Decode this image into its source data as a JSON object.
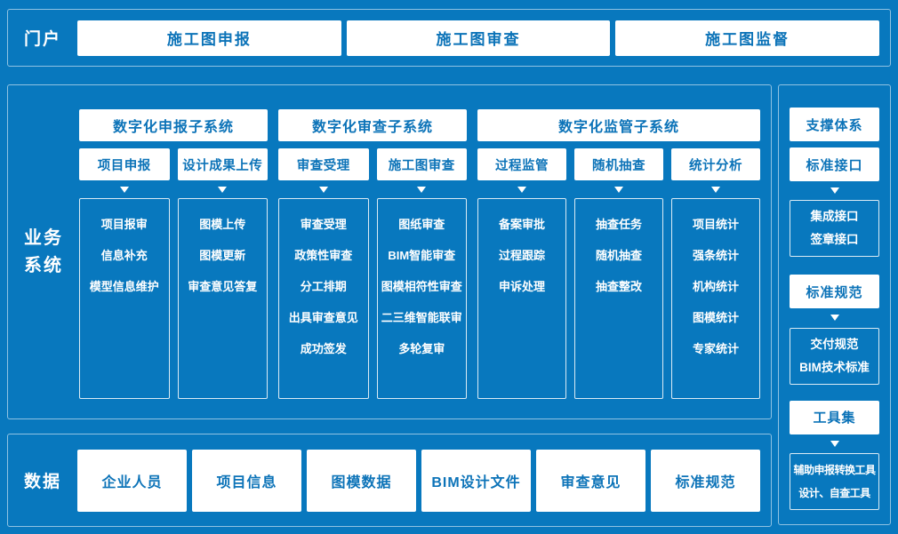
{
  "colors": {
    "background_blue": "#0878BE",
    "panel_border_light_blue": "#84BCDE",
    "box_text_blue": "#0C73B8",
    "white": "#FFFFFF"
  },
  "portal": {
    "label": "门户",
    "buttons": [
      "施工图申报",
      "施工图审查",
      "施工图监督"
    ]
  },
  "business": {
    "label_line1": "业务",
    "label_line2": "系统",
    "groups": [
      {
        "title": "数字化申报子系统",
        "columns": [
          {
            "header": "项目申报",
            "items": [
              "项目报审",
              "信息补充",
              "模型信息维护"
            ]
          },
          {
            "header": "设计成果上传",
            "items": [
              "图模上传",
              "图模更新",
              "审查意见答复"
            ]
          }
        ]
      },
      {
        "title": "数字化审查子系统",
        "columns": [
          {
            "header": "审查受理",
            "items": [
              "审查受理",
              "政策性审查",
              "分工排期",
              "出具审查意见",
              "成功签发"
            ]
          },
          {
            "header": "施工图审查",
            "items": [
              "图纸审查",
              "BIM智能审查",
              "图模相符性审查",
              "二三维智能联审",
              "多轮复审"
            ]
          }
        ]
      },
      {
        "title": "数字化监管子系统",
        "columns": [
          {
            "header": "过程监管",
            "items": [
              "备案审批",
              "过程跟踪",
              "申诉处理"
            ]
          },
          {
            "header": "随机抽查",
            "items": [
              "抽查任务",
              "随机抽查",
              "抽查整改"
            ]
          },
          {
            "header": "统计分析",
            "items": [
              "项目统计",
              "强条统计",
              "机构统计",
              "图模统计",
              "专家统计"
            ]
          }
        ]
      }
    ]
  },
  "support": {
    "title": "支撑体系",
    "sections": [
      {
        "header": "标准接口",
        "lines": [
          "集成接口",
          "签章接口"
        ]
      },
      {
        "header": "标准规范",
        "lines": [
          "交付规范",
          "BIM技术标准"
        ]
      },
      {
        "header": "工具集",
        "lines": [
          "辅助申报转换工具",
          "设计、自查工具"
        ]
      }
    ]
  },
  "data_layer": {
    "label": "数据",
    "boxes": [
      "企业人员",
      "项目信息",
      "图模数据",
      "BIM设计文件",
      "审查意见",
      "标准规范"
    ]
  }
}
